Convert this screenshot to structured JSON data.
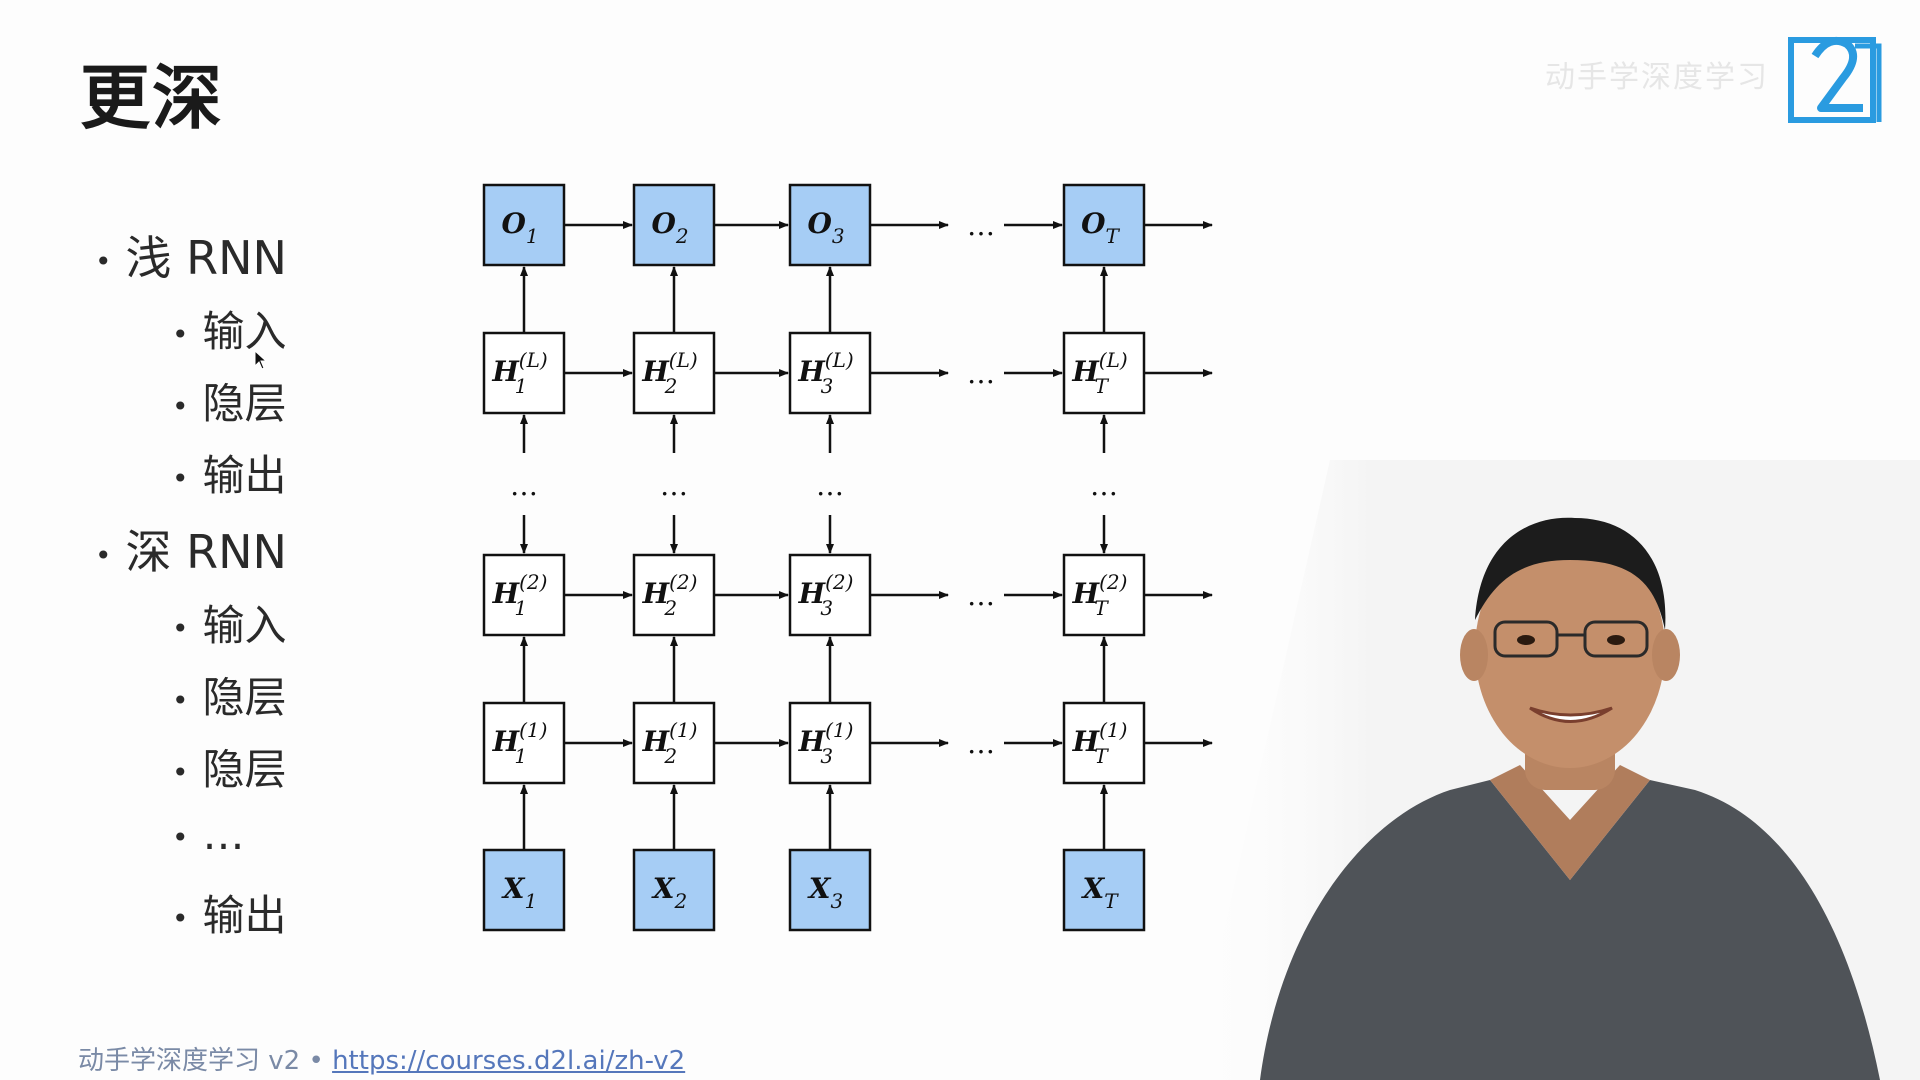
{
  "slide": {
    "title": "更深",
    "watermark": "动手学深度学习"
  },
  "bullets": [
    {
      "text": "浅 RNN",
      "level": 1
    },
    {
      "text": "输入",
      "level": 2
    },
    {
      "text": "隐层",
      "level": 2
    },
    {
      "text": "输出",
      "level": 2
    },
    {
      "text": "深 RNN",
      "level": 1
    },
    {
      "text": "输入",
      "level": 2
    },
    {
      "text": "隐层",
      "level": 2
    },
    {
      "text": "隐层",
      "level": 2
    },
    {
      "text": "…",
      "level": 2
    },
    {
      "text": "输出",
      "level": 2
    }
  ],
  "diagram": {
    "ellipsis": "…",
    "columns": [
      {
        "sub": "1"
      },
      {
        "sub": "2"
      },
      {
        "sub": "3"
      },
      {
        "sub": "T"
      }
    ],
    "rows": [
      {
        "base": "O",
        "sup": "",
        "fill": "#a6cdf5"
      },
      {
        "base": "H",
        "sup": "(L)",
        "fill": "#ffffff"
      },
      {
        "base": "H",
        "sup": "(2)",
        "fill": "#ffffff"
      },
      {
        "base": "H",
        "sup": "(1)",
        "fill": "#ffffff"
      },
      {
        "base": "X",
        "sup": "",
        "fill": "#a6cdf5"
      }
    ]
  },
  "footer": {
    "course": "动手学深度学习 v2",
    "separator": " • ",
    "url": "https://courses.d2l.ai/zh-v2"
  },
  "colors": {
    "blue_box": "#a6cdf5",
    "logo": "#2a9be0"
  },
  "icons": {
    "logo": "d2l-logo-icon",
    "cursor": "mouse-cursor-icon"
  }
}
